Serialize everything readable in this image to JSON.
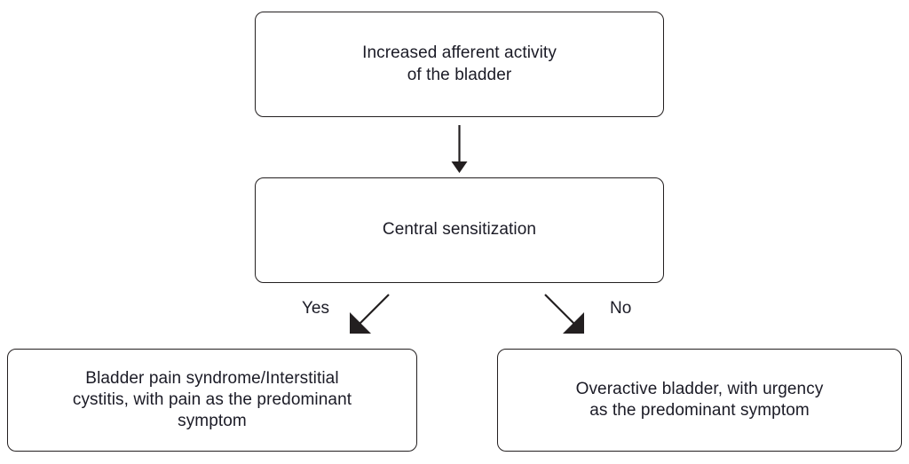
{
  "diagram": {
    "title": "Bladder afferent activity decision flowchart",
    "type": "flowchart",
    "background_color": "#ffffff",
    "stroke_color": "#231f20",
    "text_color": "#1b1b26",
    "nodes": [
      {
        "id": "increased-afferent-activity",
        "text": "Increased afferent activity\nof the bladder",
        "shape": "rounded-rectangle"
      },
      {
        "id": "central-sensitization",
        "text": "Central sensitization",
        "shape": "rounded-rectangle"
      },
      {
        "id": "bladder-pain-syndrome",
        "text": "Bladder pain syndrome/Interstitial\ncystitis, with pain as the predominant\nsymptom",
        "shape": "rounded-rectangle"
      },
      {
        "id": "overactive-bladder",
        "text": "Overactive bladder, with urgency\nas the predominant symptom",
        "shape": "rounded-rectangle"
      }
    ],
    "edges": [
      {
        "id": "edge-top-to-middle",
        "from": "increased-afferent-activity",
        "to": "central-sensitization",
        "label": "",
        "direction": "down"
      },
      {
        "id": "edge-middle-to-left",
        "from": "central-sensitization",
        "to": "bladder-pain-syndrome",
        "label": "Yes",
        "direction": "down-left"
      },
      {
        "id": "edge-middle-to-right",
        "from": "central-sensitization",
        "to": "overactive-bladder",
        "label": "No",
        "direction": "down-right"
      }
    ]
  }
}
